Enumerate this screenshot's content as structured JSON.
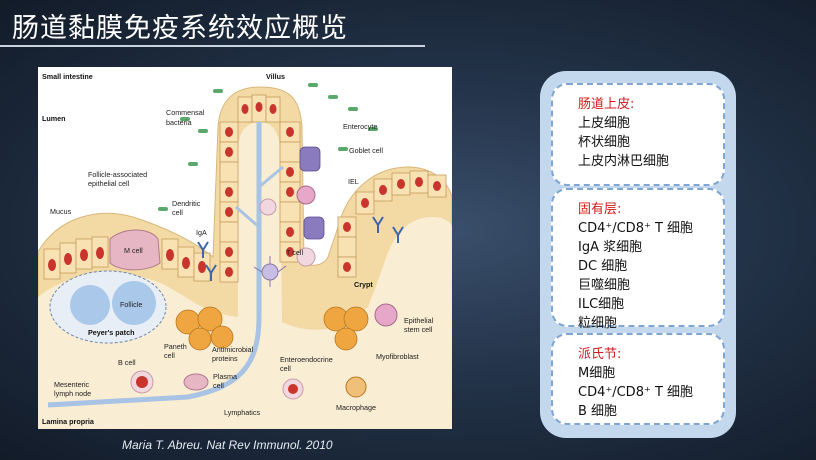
{
  "title": "肠道黏膜免疫系统效应概览",
  "citation": "Maria T. Abreu. Nat Rev Immunol. 2010",
  "figure": {
    "labels": {
      "small_intestine": "Small intestine",
      "villus": "Villus",
      "lumen": "Lumen",
      "commensal_bacteria_1": "Commensal",
      "commensal_bacteria_2": "bacteria",
      "enterocyte": "Enterocyte",
      "goblet_cell": "Goblet cell",
      "iel": "IEL",
      "fae_1": "Follicle-associated",
      "fae_2": "epithelial cell",
      "mucus": "Mucus",
      "dendritic_1": "Dendritic",
      "dendritic_2": "cell",
      "iga": "IgA",
      "m_cell": "M cell",
      "follicle": "Follicle",
      "peyers_patch": "Peyer's patch",
      "t_cell": "T cell",
      "crypt": "Crypt",
      "epithelial_stem_1": "Epithelial",
      "epithelial_stem_2": "stem cell",
      "paneth_1": "Paneth",
      "paneth_2": "cell",
      "antimicrobial_1": "Antimicrobial",
      "antimicrobial_2": "proteins",
      "myofibroblast": "Myofibroblast",
      "enteroendocrine_1": "Enteroendocrine",
      "enteroendocrine_2": "cell",
      "b_cell": "B cell",
      "plasma_1": "Plasma",
      "plasma_2": "cell",
      "mesenteric_1": "Mesenteric",
      "mesenteric_2": "lymph node",
      "macrophage": "Macrophage",
      "lymphatics": "Lymphatics",
      "lamina_propria": "Lamina propria"
    }
  },
  "panel": {
    "sections": [
      {
        "heading": "肠道上皮:",
        "items": [
          "上皮细胞",
          "杯状细胞",
          "上皮内淋巴细胞"
        ]
      },
      {
        "heading": "固有层:",
        "items": [
          "CD4⁺/CD8⁺ T 细胞",
          "IgA 浆细胞",
          "DC 细胞",
          "巨噬细胞",
          "ILC细胞",
          "粒细胞"
        ]
      },
      {
        "heading": "派氏节:",
        "items": [
          "M细胞",
          "CD4⁺/CD8⁺ T 细胞",
          "B 细胞"
        ]
      }
    ]
  },
  "colors": {
    "epithelium": "#f3d9a4",
    "enterocyte_nucleus": "#c9342c",
    "goblet": "#8a7bbf",
    "paneth": "#f0a640",
    "follicle": "#a9c8ea",
    "lymphatic": "#a8c3e4",
    "bacteria": "#5aa86a",
    "heading_red": "#d11b1b",
    "panel_bg": "#c3d8ed",
    "box_border": "#7fa6d2"
  }
}
